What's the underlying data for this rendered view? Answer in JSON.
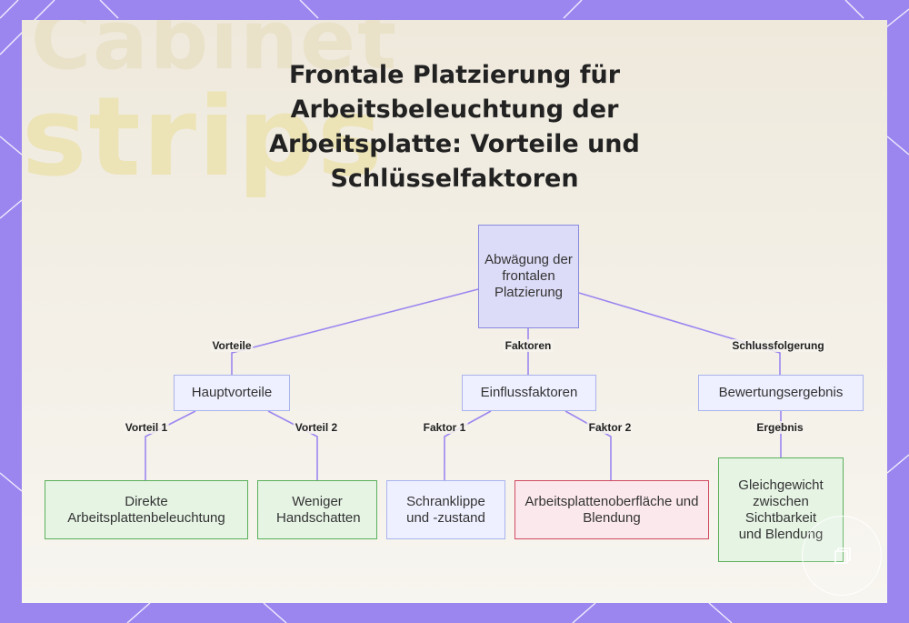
{
  "title": "Frontale Platzierung für Arbeitsbeleuchtung der Arbeitsplatte: Vorteile und Schlüsselfaktoren",
  "background": {
    "ghost_lines": [
      "Cabinet",
      "strips"
    ]
  },
  "nodes": {
    "root": "Abwägung der frontalen Platzierung",
    "benefits": "Hauptvorteile",
    "factors": "Einflussfaktoren",
    "assessment": "Bewertungsergebnis",
    "direct_light": "Direkte Arbeitsplattenbeleuchtung",
    "less_shadow": "Weniger Handschatten",
    "cabinet_lip": "Schranklippe und -zustand",
    "surface_glare": "Arbeitsplattenoberfläche und Blendung",
    "balance": "Gleichgewicht zwischen Sichtbarkeit und Blendung"
  },
  "edges": {
    "vorteile": "Vorteile",
    "faktoren": "Faktoren",
    "schluss": "Schlussfolgerung",
    "vorteil1": "Vorteil 1",
    "vorteil2": "Vorteil 2",
    "faktor1": "Faktor 1",
    "faktor2": "Faktor 2",
    "ergebnis": "Ergebnis"
  },
  "colors": {
    "link": "#9b86f0",
    "frame": "#9b86f0"
  },
  "icons": {
    "fab": "copy-icon"
  }
}
